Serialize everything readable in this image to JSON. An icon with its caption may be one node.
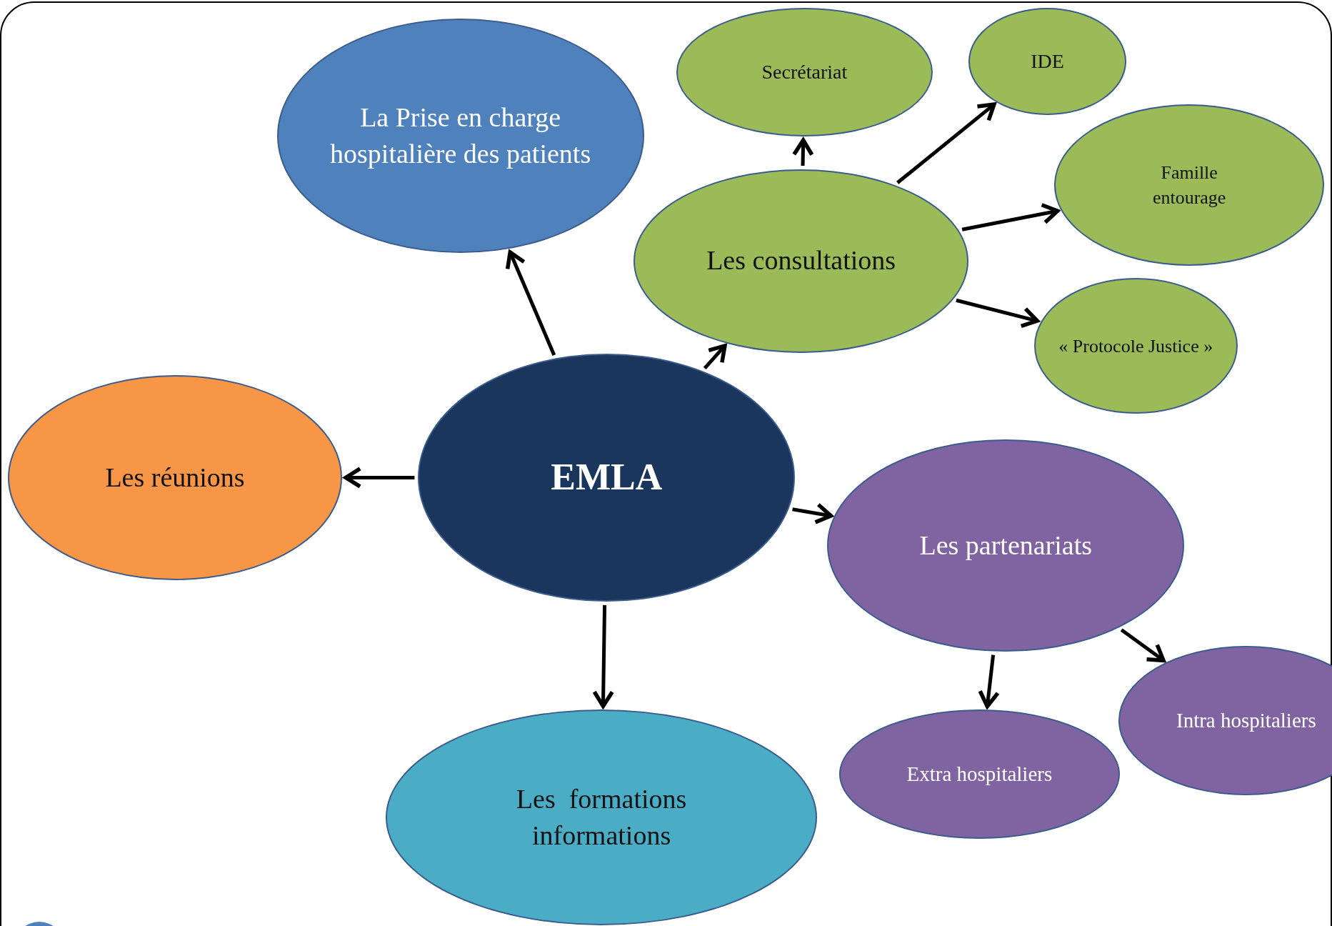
{
  "diagram": {
    "nodes": [
      {
        "text": [
          "EMLA"
        ]
      },
      {
        "text": [
          "La Prise en charge hospitalière des patients"
        ]
      },
      {
        "text": [
          "Les consultations"
        ]
      },
      {
        "text": [
          "Secrétariat"
        ]
      },
      {
        "text": [
          "IDE"
        ]
      },
      {
        "text": [
          "Famille entourage"
        ]
      },
      {
        "text": [
          "« Protocole Justice »"
        ]
      },
      {
        "text": [
          "Les réunions"
        ]
      },
      {
        "text": [
          "Les partenariats"
        ]
      },
      {
        "text": [
          "Extra hospitaliers"
        ]
      },
      {
        "text": [
          "Intra hospitaliers"
        ]
      },
      {
        "text": [
          "Les  formations informations"
        ]
      }
    ],
    "edges": [
      {
        "from": 0,
        "to": 1,
        "arrow": "to"
      },
      {
        "from": 0,
        "to": 2,
        "arrow": "to"
      },
      {
        "from": 0,
        "to": 7,
        "arrow": "to"
      },
      {
        "from": 0,
        "to": 8,
        "arrow": "to"
      },
      {
        "from": 0,
        "to": 11,
        "arrow": "to"
      },
      {
        "from": 2,
        "to": 3,
        "arrow": "to"
      },
      {
        "from": 2,
        "to": 4,
        "arrow": "to"
      },
      {
        "from": 2,
        "to": 5,
        "arrow": "to"
      },
      {
        "from": 2,
        "to": 6,
        "arrow": "to"
      },
      {
        "from": 8,
        "to": 9,
        "arrow": "to"
      },
      {
        "from": 8,
        "to": 10,
        "arrow": "to"
      }
    ]
  }
}
